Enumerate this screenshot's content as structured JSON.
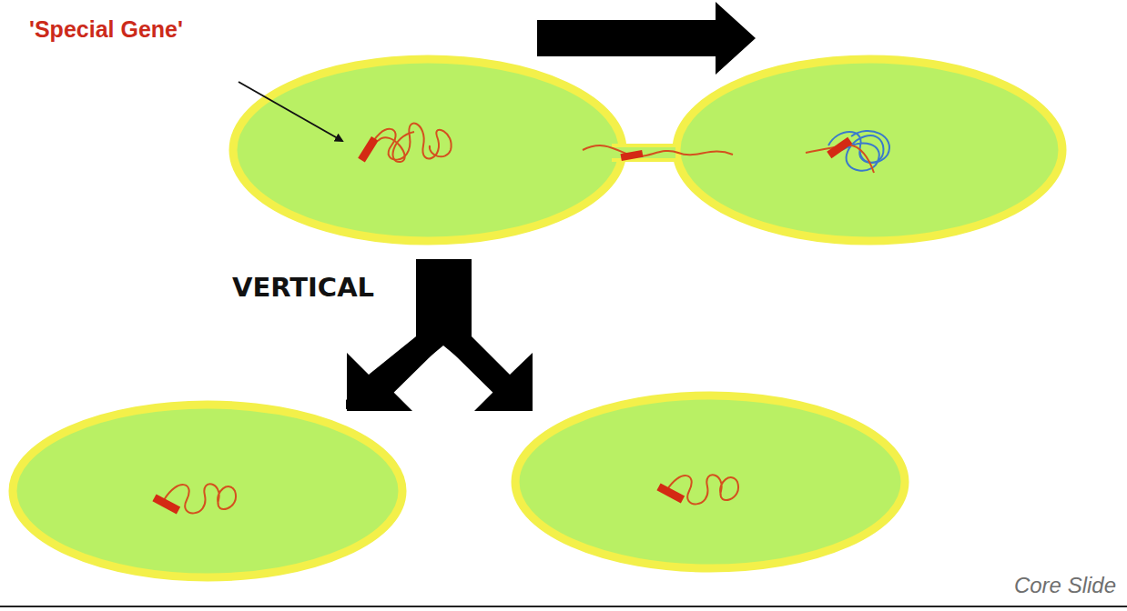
{
  "diagram": {
    "labels": [
      "'Special Gene'",
      "VERTICAL",
      "Core Slide"
    ]
  }
}
